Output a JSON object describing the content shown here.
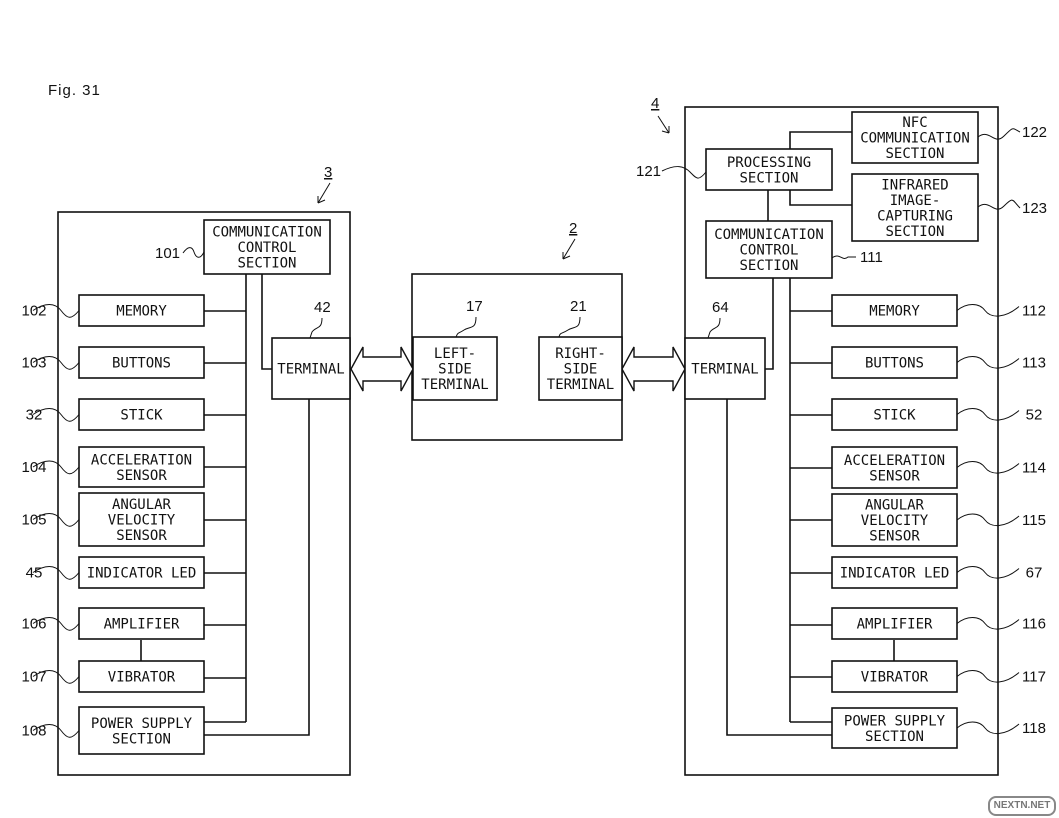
{
  "figure": {
    "title": "Fig. 31"
  },
  "left_device": {
    "ref": "3",
    "comm_control": {
      "ref": "101",
      "lines": [
        "COMMUNICATION",
        "CONTROL",
        "SECTION"
      ]
    },
    "terminal": {
      "ref": "42",
      "lines": [
        "TERMINAL"
      ]
    },
    "components": [
      {
        "ref": "102",
        "lines": [
          "MEMORY"
        ]
      },
      {
        "ref": "103",
        "lines": [
          "BUTTONS"
        ]
      },
      {
        "ref": "32",
        "lines": [
          "STICK"
        ]
      },
      {
        "ref": "104",
        "lines": [
          "ACCELERATION",
          "SENSOR"
        ]
      },
      {
        "ref": "105",
        "lines": [
          "ANGULAR",
          "VELOCITY",
          "SENSOR"
        ]
      },
      {
        "ref": "45",
        "lines": [
          "INDICATOR LED"
        ]
      },
      {
        "ref": "106",
        "lines": [
          "AMPLIFIER"
        ]
      },
      {
        "ref": "107",
        "lines": [
          "VIBRATOR"
        ]
      },
      {
        "ref": "108",
        "lines": [
          "POWER SUPPLY",
          "SECTION"
        ]
      }
    ]
  },
  "main_unit": {
    "ref": "2",
    "left_terminal": {
      "ref": "17",
      "lines": [
        "LEFT-",
        "SIDE",
        "TERMINAL"
      ]
    },
    "right_terminal": {
      "ref": "21",
      "lines": [
        "RIGHT-",
        "SIDE",
        "TERMINAL"
      ]
    }
  },
  "right_device": {
    "ref": "4",
    "processing": {
      "ref": "121",
      "lines": [
        "PROCESSING",
        "SECTION"
      ]
    },
    "nfc": {
      "ref": "122",
      "lines": [
        "NFC",
        "COMMUNICATION",
        "SECTION"
      ]
    },
    "infrared": {
      "ref": "123",
      "lines": [
        "INFRARED",
        "IMAGE-",
        "CAPTURING",
        "SECTION"
      ]
    },
    "comm_control": {
      "ref": "111",
      "lines": [
        "COMMUNICATION",
        "CONTROL",
        "SECTION"
      ]
    },
    "terminal": {
      "ref": "64",
      "lines": [
        "TERMINAL"
      ]
    },
    "components": [
      {
        "ref": "112",
        "lines": [
          "MEMORY"
        ]
      },
      {
        "ref": "113",
        "lines": [
          "BUTTONS"
        ]
      },
      {
        "ref": "52",
        "lines": [
          "STICK"
        ]
      },
      {
        "ref": "114",
        "lines": [
          "ACCELERATION",
          "SENSOR"
        ]
      },
      {
        "ref": "115",
        "lines": [
          "ANGULAR",
          "VELOCITY",
          "SENSOR"
        ]
      },
      {
        "ref": "67",
        "lines": [
          "INDICATOR LED"
        ]
      },
      {
        "ref": "116",
        "lines": [
          "AMPLIFIER"
        ]
      },
      {
        "ref": "117",
        "lines": [
          "VIBRATOR"
        ]
      },
      {
        "ref": "118",
        "lines": [
          "POWER SUPPLY",
          "SECTION"
        ]
      }
    ]
  },
  "watermark": "NEXTN.NET"
}
